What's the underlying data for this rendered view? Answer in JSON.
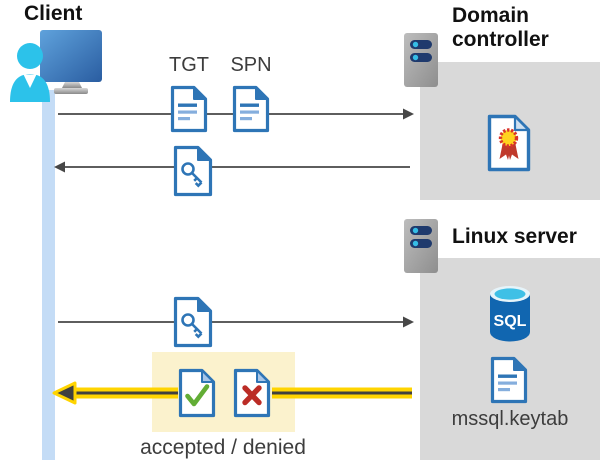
{
  "client": {
    "label": "Client"
  },
  "request": {
    "tgt_label": "TGT",
    "spn_label": "SPN"
  },
  "domain_controller": {
    "name": "Domain controller"
  },
  "linux_server": {
    "name": "Linux server",
    "sql_badge": "SQL",
    "keytab_label": "mssql.keytab"
  },
  "response": {
    "caption": "accepted / denied"
  },
  "icons": {
    "client": "user-workstation-icon",
    "domain_controller": "server-icon",
    "linux_server": "server-icon",
    "tgt": "text-document-icon",
    "spn": "text-document-icon",
    "service_ticket": "key-document-icon",
    "certificate": "certificate-document-icon",
    "sql": "sql-database-icon",
    "keytab": "text-document-icon",
    "accepted": "check-document-icon",
    "denied": "cross-document-icon"
  },
  "colors": {
    "doc_blue": "#2e75b6",
    "box_gray": "#d9d9d9",
    "lifeline_blue": "#c4dcf6",
    "arrow_gray": "#474747",
    "highlight_yellow": "#fbf2cd",
    "arrow_gold": "#ffd400",
    "check_green": "#62ad35",
    "cross_red": "#bb2c26",
    "person_cyan": "#2cc2ea",
    "sql_body_blue": "#1166b0"
  }
}
